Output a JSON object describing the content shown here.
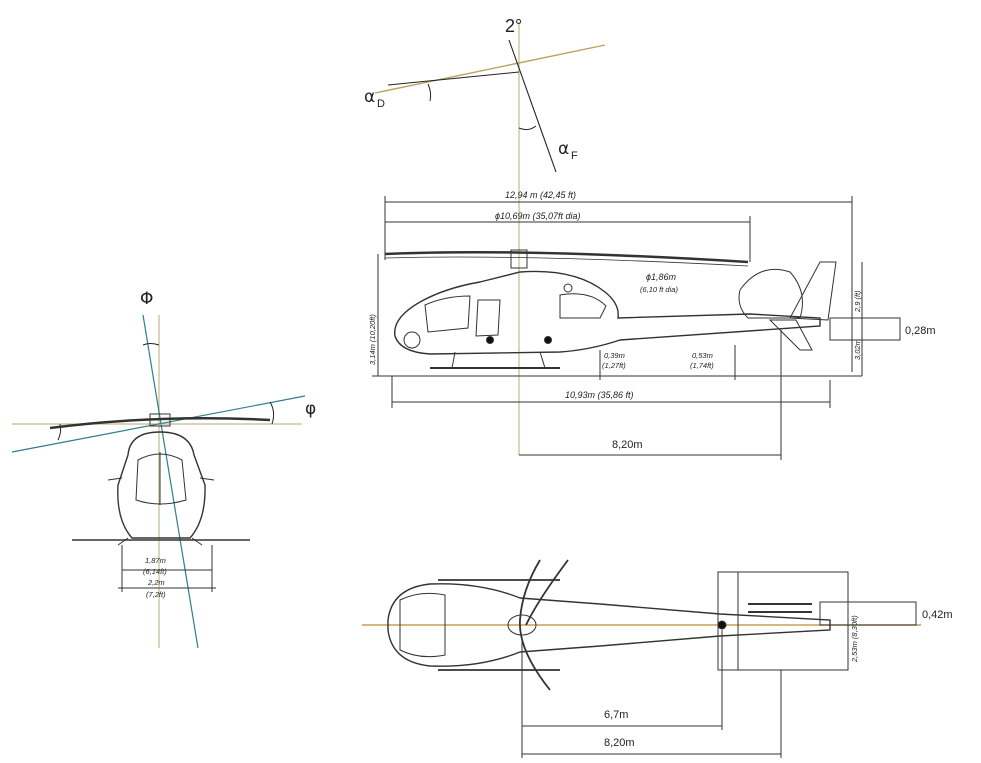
{
  "angles": {
    "top_angle": "2°",
    "alpha": "α",
    "sub_d": "D",
    "sub_f": "F",
    "phi_upper": "Φ",
    "phi_lower": "φ"
  },
  "side_view": {
    "overall_length": "12,94 m  (42,45 ft)",
    "rotor_diameter": "ϕ10,69m  (35,07ft dia)",
    "tail_rotor_diameter": "ϕ1,86m",
    "tail_rotor_diameter_ft": "(6,10 ft dia)",
    "height_total": "3,14m (10,20ft)",
    "tail_height": "2,9 (ft)",
    "tail_height2": "3,02m",
    "skid_clearance_1": "0,39m",
    "skid_clearance_1_ft": "(1,27ft)",
    "skid_clearance_2": "0,53m",
    "skid_clearance_2_ft": "(1,74ft)",
    "fuselage_length": "10,93m  (35,86 ft)",
    "cg_distance": "8,20m",
    "offset": "0,28m"
  },
  "front_view": {
    "skid_track_1": "1,87m",
    "skid_track_1_ft": "(6,14ft)",
    "skid_track_2": "2,2m",
    "skid_track_2_ft": "(7,2ft)"
  },
  "top_view": {
    "offset": "0,42m",
    "tail_width": "2,53m (8,30ft)",
    "dist_1": "6,7m",
    "dist_2": "8,20m"
  }
}
